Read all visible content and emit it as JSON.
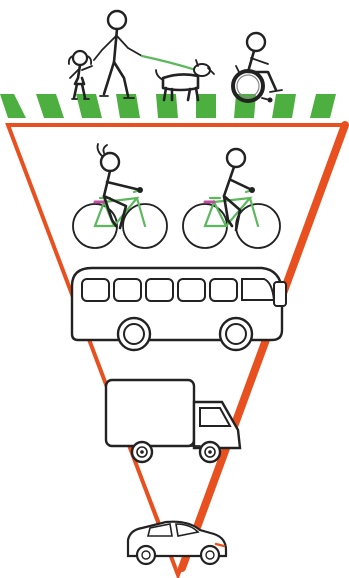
{
  "diagram": {
    "kind": "sustainable-transport-hierarchy",
    "levels": [
      {
        "rank": 1,
        "icon": "pedestrians-icon",
        "members": [
          "child-icon",
          "adult-walking-icon",
          "dog-icon",
          "wheelchair-user-icon"
        ]
      },
      {
        "rank": 2,
        "icon": "cyclists-icon",
        "members": [
          "cyclist-icon",
          "cyclist-icon"
        ]
      },
      {
        "rank": 3,
        "icon": "bus-icon"
      },
      {
        "rank": 4,
        "icon": "truck-icon"
      },
      {
        "rank": 5,
        "icon": "car-icon"
      }
    ],
    "colors": {
      "triangle": "#e8511f",
      "crossing": "#4caf3f",
      "bicycle": "#5cb85c",
      "ink": "#222222",
      "background": "#ffffff"
    }
  }
}
